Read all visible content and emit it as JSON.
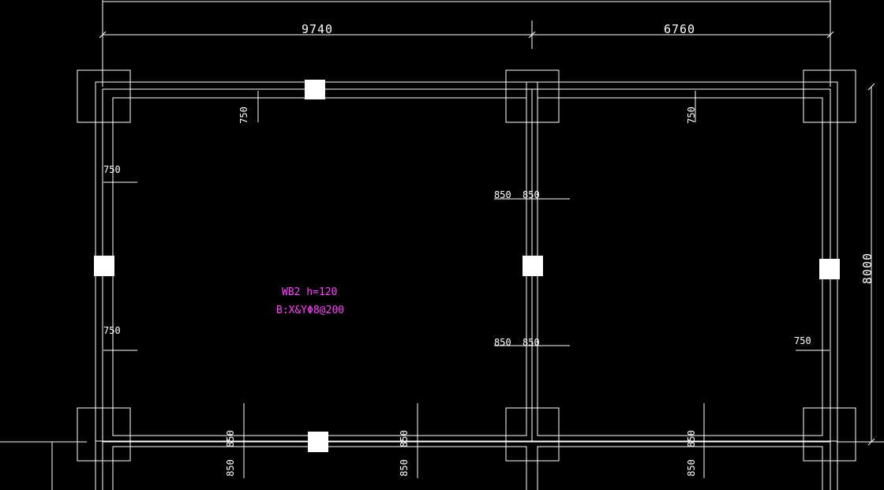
{
  "dimensions": {
    "span_left": "9740",
    "span_right": "6760",
    "height_right": "8000"
  },
  "slab": {
    "name": "WB2  h=120",
    "rebar": "B:X&YΦ8@200"
  },
  "rebar_marks": {
    "top_left": "750",
    "top_right": "750",
    "left_upper": "750",
    "left_lower": "750",
    "mid_upper_a": "850",
    "mid_upper_b": "850",
    "mid_lower_a": "850",
    "mid_lower_b": "850",
    "right_lower": "750",
    "bottom_1a": "850",
    "bottom_1b": "850",
    "bottom_2a": "850",
    "bottom_2b": "850",
    "bottom_3a": "850",
    "bottom_3b": "850"
  },
  "colors": {
    "background": "#000000",
    "lines": "#ffffff",
    "slab_label": "#ff44ff"
  }
}
